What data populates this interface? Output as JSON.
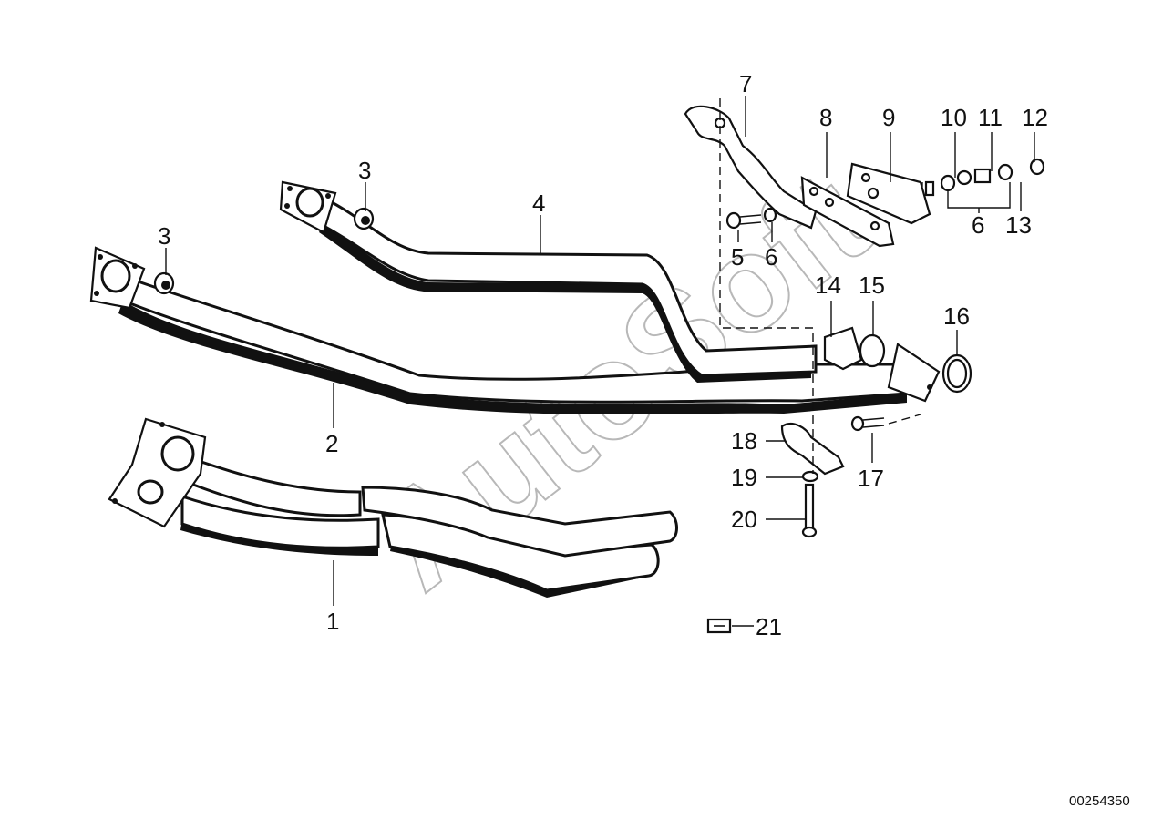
{
  "diagram": {
    "reference_number": "00254350",
    "watermark": "AutoSoft",
    "callouts": [
      "1",
      "2",
      "3",
      "3",
      "4",
      "5",
      "6",
      "6",
      "7",
      "8",
      "9",
      "10",
      "11",
      "12",
      "13",
      "14",
      "15",
      "16",
      "17",
      "18",
      "19",
      "20",
      "21"
    ]
  }
}
